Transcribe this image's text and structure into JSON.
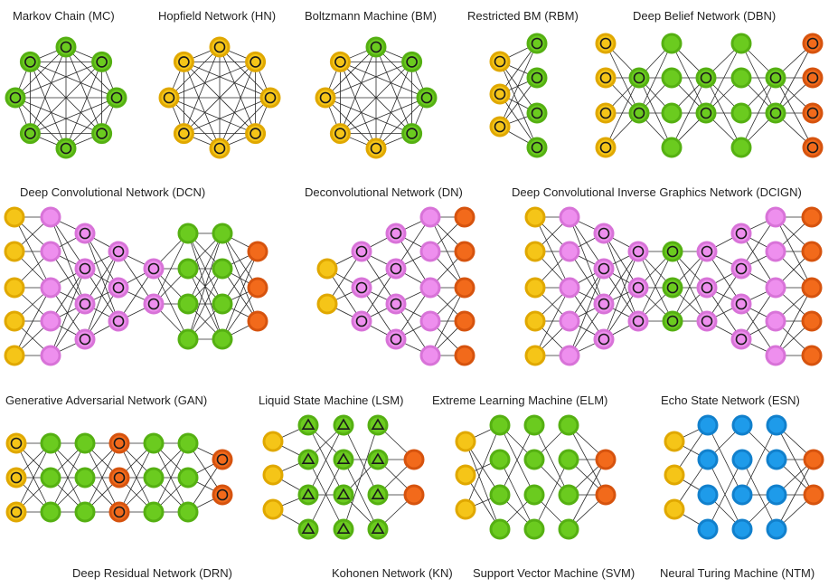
{
  "colors": {
    "input": "#F5C518",
    "hidden": "#6BCB1F",
    "output": "#F26A1B",
    "conv": "#EE8FEE",
    "recurrent": "#1E9BEA",
    "edge": "#2a2a2a"
  },
  "networks": [
    {
      "key": "mc",
      "title": "Markov Chain (MC)"
    },
    {
      "key": "hn",
      "title": "Hopfield Network (HN)"
    },
    {
      "key": "bm",
      "title": "Boltzmann Machine (BM)"
    },
    {
      "key": "rbm",
      "title": "Restricted BM (RBM)"
    },
    {
      "key": "dbn",
      "title": "Deep Belief Network (DBN)"
    },
    {
      "key": "dcn",
      "title": "Deep Convolutional Network (DCN)"
    },
    {
      "key": "dn",
      "title": "Deconvolutional Network (DN)"
    },
    {
      "key": "dcign",
      "title": "Deep Convolutional Inverse Graphics Network (DCIGN)"
    },
    {
      "key": "gan",
      "title": "Generative Adversarial Network (GAN)"
    },
    {
      "key": "lsm",
      "title": "Liquid State Machine (LSM)"
    },
    {
      "key": "elm",
      "title": "Extreme Learning Machine (ELM)"
    },
    {
      "key": "esn",
      "title": "Echo State Network (ESN)"
    },
    {
      "key": "drn",
      "title": "Deep Residual Network (DRN)"
    },
    {
      "key": "kn",
      "title": "Kohonen Network (KN)"
    },
    {
      "key": "svm",
      "title": "Support Vector Machine (SVM)"
    },
    {
      "key": "ntm",
      "title": "Neural Turing Machine (NTM)"
    }
  ]
}
